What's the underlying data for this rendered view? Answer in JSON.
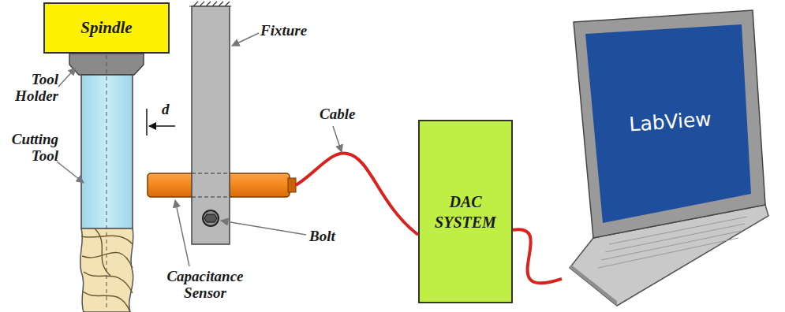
{
  "diagram": {
    "nodes": [
      {
        "text": [
          "Spindle"
        ]
      },
      {
        "text": [
          "DAC SYSTEM"
        ]
      },
      {
        "text": [
          "LabView"
        ]
      }
    ],
    "edges": [
      {
        "from": 1,
        "to": 2,
        "arrow": "none"
      }
    ],
    "labels": [
      "Tool Holder",
      "Cutting Tool",
      "d",
      "Fixture",
      "Cable",
      "Bolt",
      "Capacitance Sensor"
    ]
  }
}
